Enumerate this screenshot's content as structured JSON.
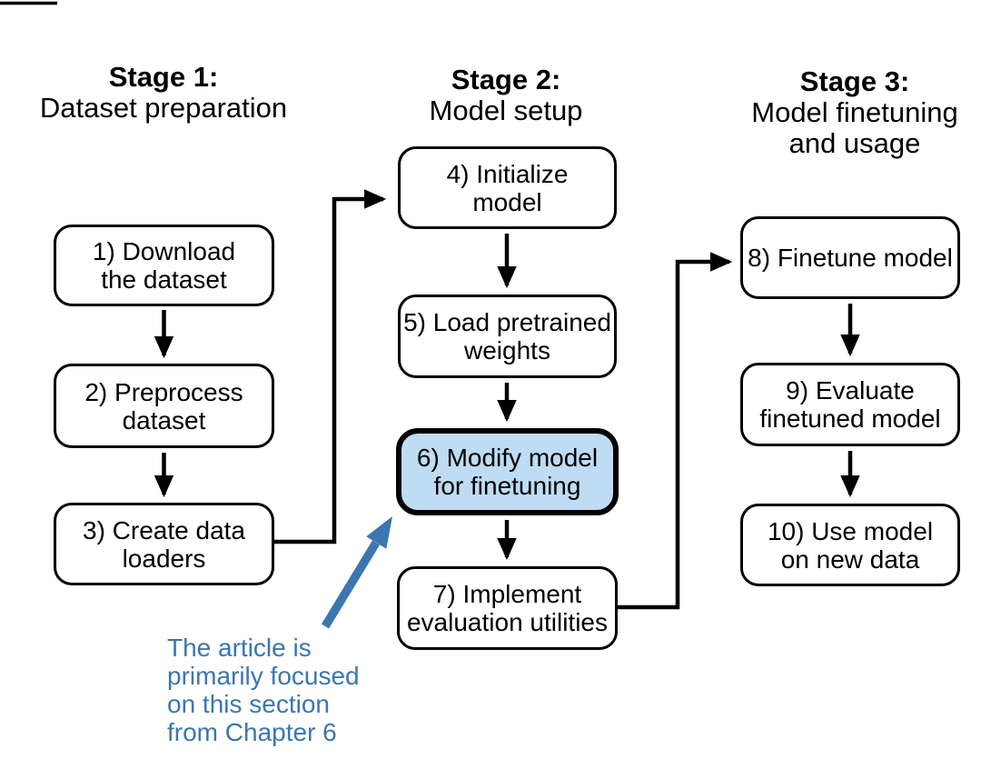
{
  "diagram": {
    "stages": [
      {
        "title": "Stage 1:",
        "subtitle": "Dataset preparation"
      },
      {
        "title": "Stage 2:",
        "subtitle": "Model setup"
      },
      {
        "title": "Stage 3:",
        "subtitle": "Model finetuning\nand usage"
      }
    ],
    "steps": [
      {
        "id": 1,
        "label": "1) Download\nthe dataset",
        "stage": 1,
        "highlighted": false
      },
      {
        "id": 2,
        "label": "2) Preprocess\ndataset",
        "stage": 1,
        "highlighted": false
      },
      {
        "id": 3,
        "label": "3) Create data\nloaders",
        "stage": 1,
        "highlighted": false
      },
      {
        "id": 4,
        "label": "4) Initialize\nmodel",
        "stage": 2,
        "highlighted": false
      },
      {
        "id": 5,
        "label": "5) Load pretrained\nweights",
        "stage": 2,
        "highlighted": false
      },
      {
        "id": 6,
        "label": "6) Modify model\nfor finetuning",
        "stage": 2,
        "highlighted": true
      },
      {
        "id": 7,
        "label": "7) Implement\nevaluation utilities",
        "stage": 2,
        "highlighted": false
      },
      {
        "id": 8,
        "label": "8) Finetune model",
        "stage": 3,
        "highlighted": false
      },
      {
        "id": 9,
        "label": "9) Evaluate\nfinetuned model",
        "stage": 3,
        "highlighted": false
      },
      {
        "id": 10,
        "label": "10) Use model\non new data",
        "stage": 3,
        "highlighted": false
      }
    ],
    "annotation": {
      "text": "The article is\nprimarily focused\non this section\nfrom Chapter 6",
      "points_to_step": 6
    },
    "colors": {
      "box_fill": "#ffffff",
      "box_border": "#000000",
      "highlight_fill": "#bedcf4",
      "annotation_blue": "#3c76af",
      "arrow_black": "#000000"
    }
  }
}
